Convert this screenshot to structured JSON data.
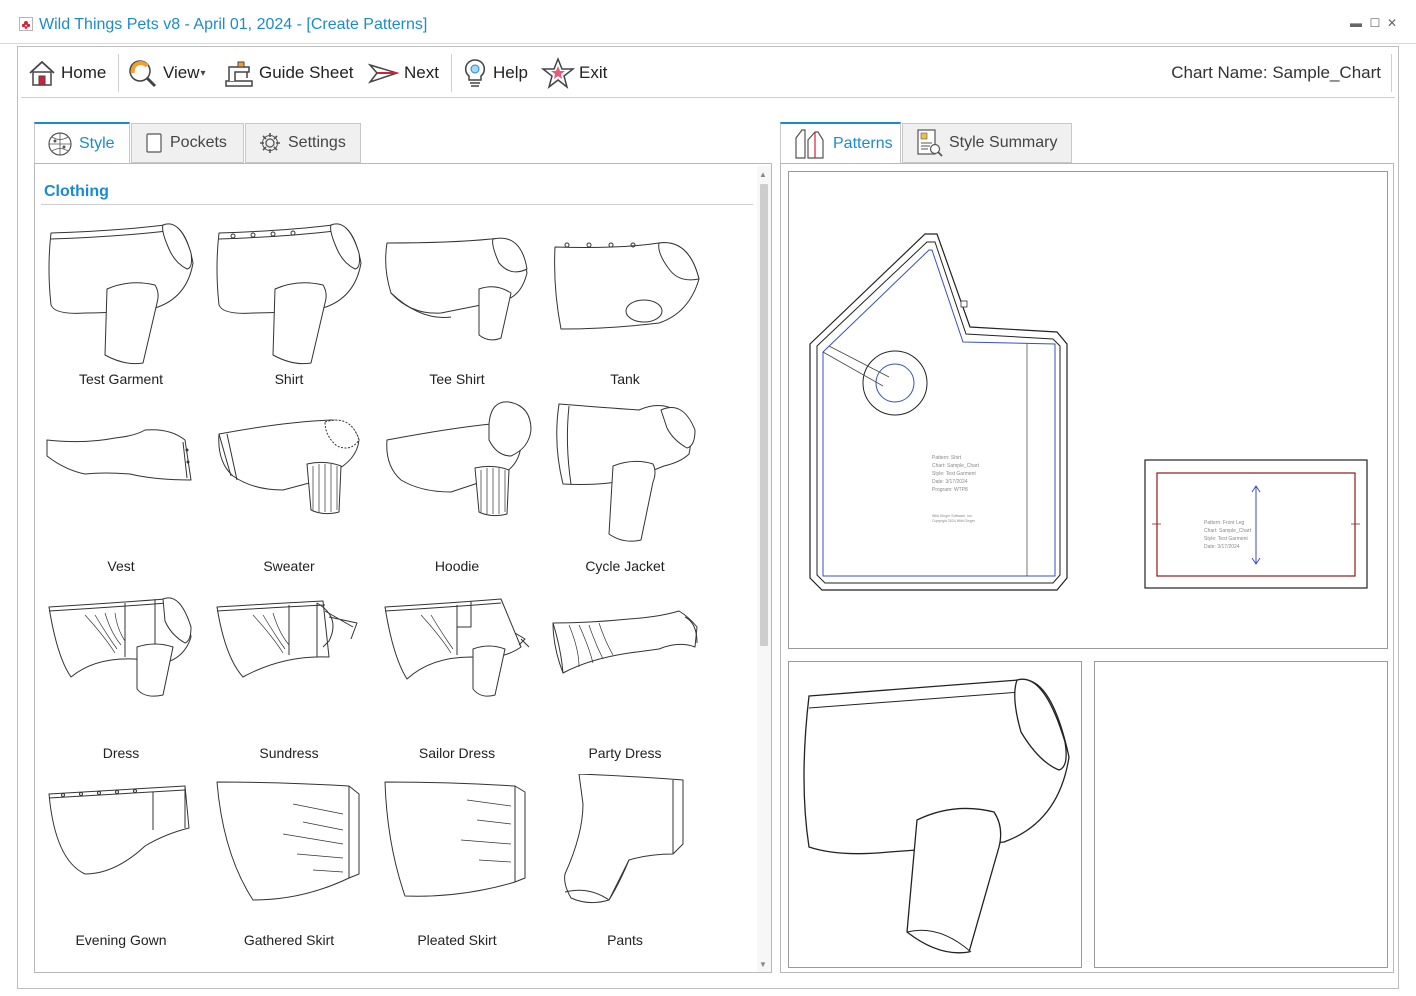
{
  "window": {
    "title": "Wild Things Pets v8 - April 01, 2024 - [Create Patterns]",
    "minimize_glyph": "▬",
    "maximize_glyph": "☐",
    "close_glyph": "✕"
  },
  "toolbar": {
    "home": "Home",
    "view": "View",
    "view_caret": "▾",
    "guide_sheet": "Guide Sheet",
    "next": "Next",
    "help": "Help",
    "exit": "Exit",
    "chart_name": "Chart Name: Sample_Chart"
  },
  "left_tabs": [
    {
      "label": "Style",
      "icon": "globe-icon",
      "active": true
    },
    {
      "label": "Pockets",
      "icon": "pocket-icon",
      "active": false
    },
    {
      "label": "Settings",
      "icon": "gear-icon",
      "active": false
    }
  ],
  "gallery": {
    "section": "Clothing",
    "items": [
      {
        "label": "Test Garment"
      },
      {
        "label": "Shirt"
      },
      {
        "label": "Tee Shirt"
      },
      {
        "label": "Tank"
      },
      {
        "label": "Vest"
      },
      {
        "label": "Sweater"
      },
      {
        "label": "Hoodie"
      },
      {
        "label": "Cycle Jacket"
      },
      {
        "label": "Dress"
      },
      {
        "label": "Sundress"
      },
      {
        "label": "Sailor Dress"
      },
      {
        "label": "Party Dress"
      },
      {
        "label": "Evening Gown"
      },
      {
        "label": "Gathered Skirt"
      },
      {
        "label": "Pleated Skirt"
      },
      {
        "label": "Pants"
      }
    ]
  },
  "right_tabs": [
    {
      "label": "Patterns",
      "icon": "patterns-icon",
      "active": true
    },
    {
      "label": "Style Summary",
      "icon": "style-summary-icon",
      "active": false
    }
  ],
  "pattern_body": {
    "lines": [
      "Pattern: Shirt",
      "Chart: Sample_Chart",
      "Style: Test Garment",
      "Date: 3/17/2024",
      "Program: WTP8"
    ],
    "credit": [
      "Wild Ginger Software, Inc.",
      "Copyright 2024 Wild Ginger"
    ]
  },
  "pattern_leg": {
    "lines": [
      "Pattern: Front Leg",
      "Chart: Sample_Chart",
      "Style: Test Garment",
      "Date: 3/17/2024"
    ]
  },
  "colors": {
    "accent": "#1b8bd1",
    "seam_blue": "#3a4fc4",
    "seam_red": "#8b1a1a"
  }
}
